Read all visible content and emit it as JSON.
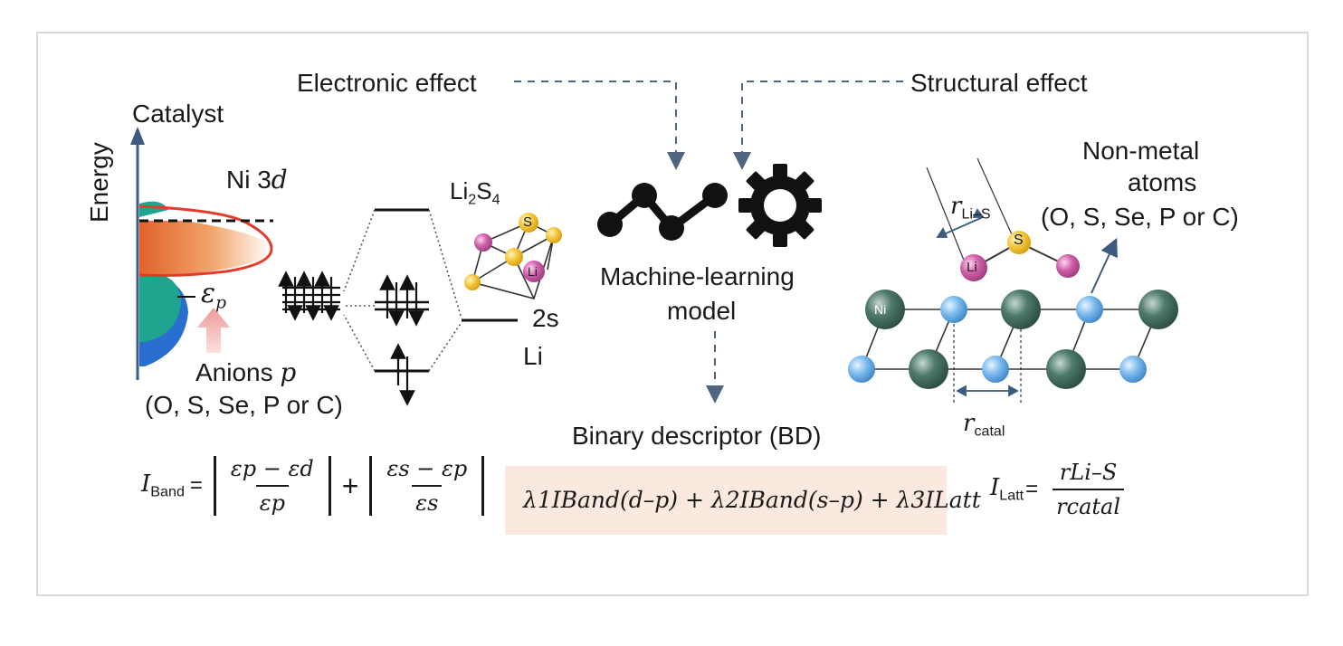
{
  "labels": {
    "electronic_effect": "Electronic effect",
    "structural_effect": "Structural effect",
    "catalyst": "Catalyst",
    "energy": "Energy",
    "ni_3d_prefix": "Ni 3",
    "ni_3d_orbital": "d",
    "epsilon": "ε",
    "epsilon_sub": "p",
    "anions_prefix": "Anions ",
    "anions_orbital": "p",
    "anions_list": "(O, S, Se, P or C)",
    "li2s4_li": "Li",
    "li2s4_2": "2",
    "li2s4_s": "S",
    "li2s4_4": "4",
    "atom_s": "S",
    "atom_li": "Li",
    "li_2s": "2s",
    "li": "Li",
    "ml_line1": "Machine-learning",
    "ml_line2": "model",
    "binary_descriptor": "Binary descriptor (BD)",
    "non_metal_line1": "Non-metal",
    "non_metal_line2": "atoms",
    "non_metal_list": "(O, S, Se, P or C)",
    "r_li_s_r": "r",
    "r_li_s_sub": "Li–S",
    "ni_atom": "Ni",
    "r_catal_r": "r",
    "r_catal_sub": "catal"
  },
  "formulas": {
    "iband_I": "I",
    "iband_sub": "Band",
    "equals": "=",
    "frac1_num": "εp − εd",
    "frac1_den": "εp",
    "plus": "+",
    "frac2_num": "εs − εp",
    "frac2_den": "εs",
    "bd": "λ1IBand(d–p) + λ2IBand(s–p) + λ3ILatt",
    "ilatt_I": "I",
    "ilatt_sub": "Latt",
    "ilatt_eq": "=",
    "ilatt_num": "rLi–S",
    "ilatt_den": "rcatal"
  },
  "colors": {
    "axis": "#3b5a7e",
    "arrow_dash": "#4f6580",
    "ni_band_fill": "#e06a2a",
    "ni_band_outline": "#e23b2b",
    "teal": "#1ea58f",
    "blue": "#2a6fd0",
    "anion_arrow": "#f1a7a5",
    "s_atom": "#f3c53a",
    "li_atom": "#c85aa4",
    "ni_atom": "#3f6a5c",
    "nonmetal_atom": "#6fb3e8",
    "bd_box": "#fbe9df"
  }
}
